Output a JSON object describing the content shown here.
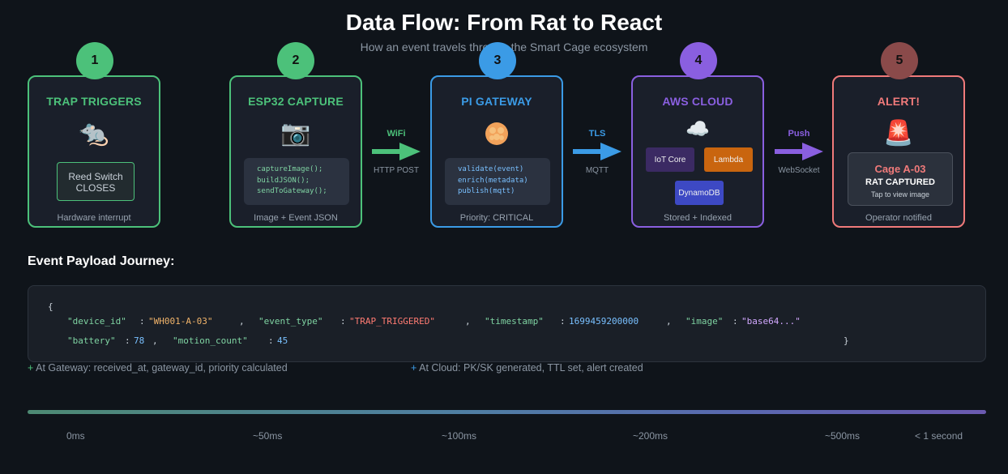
{
  "header": {
    "title": "Data Flow: From Rat to React",
    "subtitle": "How an event travels through the Smart Cage ecosystem"
  },
  "colors": {
    "step1": "#4cc17a",
    "step2": "#4cc17a",
    "step3": "#3b9be6",
    "step4": "#8a5fe0",
    "step5": "#f07a7a",
    "badge5": "#8a4a4a"
  },
  "steps": [
    {
      "number": "1",
      "title": "TRAP TRIGGERS",
      "icon": "rat-icon",
      "box_text": [
        "Reed Switch",
        "CLOSES"
      ],
      "footer": "Hardware interrupt"
    },
    {
      "number": "2",
      "title": "ESP32 CAPTURE",
      "icon": "camera-icon",
      "code": [
        "captureImage();",
        "buildJSON();",
        "sendToGateway();"
      ],
      "footer": "Image + Event JSON"
    },
    {
      "number": "3",
      "title": "PI GATEWAY",
      "icon": "raspberry-pi-icon",
      "code": [
        "validate(event)",
        "enrich(metadata)",
        "publish(mqtt)"
      ],
      "footer": "Priority: CRITICAL"
    },
    {
      "number": "4",
      "title": "AWS CLOUD",
      "icon": "cloud-icon",
      "services": [
        "IoT Core",
        "Lambda",
        "DynamoDB"
      ],
      "footer": "Stored + Indexed"
    },
    {
      "number": "5",
      "title": "ALERT!",
      "icon": "siren-icon",
      "alert": {
        "cage": "Cage A-03",
        "status": "RAT CAPTURED",
        "hint": "Tap to view image"
      },
      "footer": "Operator notified"
    }
  ],
  "connectors": [
    {
      "protocol": "WiFi",
      "transport": "HTTP POST",
      "color": "#4cc17a"
    },
    {
      "protocol": "TLS",
      "transport": "MQTT",
      "color": "#3b9be6"
    },
    {
      "protocol": "Push",
      "transport": "WebSocket",
      "color": "#8a5fe0"
    }
  ],
  "payload": {
    "section_title": "Event Payload Journey:",
    "open_brace": "{",
    "close_brace": "}",
    "fields": [
      {
        "key": "\"device_id\"",
        "value": "\"WH001-A-03\""
      },
      {
        "key": "\"event_type\"",
        "value": "\"TRAP_TRIGGERED\""
      },
      {
        "key": "\"timestamp\"",
        "value": "1699459200000"
      },
      {
        "key": "\"image\"",
        "value": "\"base64...\""
      },
      {
        "key": "\"battery\"",
        "value": "78"
      },
      {
        "key": "\"motion_count\"",
        "value": "45"
      }
    ],
    "notes": [
      {
        "prefix": "+",
        "text": "At Gateway: received_at, gateway_id, priority calculated",
        "color": "#4cc17a"
      },
      {
        "prefix": "+",
        "text": "At Cloud: PK/SK generated, TTL set, alert created",
        "color": "#3b9be6"
      }
    ]
  },
  "timeline": {
    "labels": [
      "0ms",
      "~50ms",
      "~100ms",
      "~200ms",
      "~500ms",
      "< 1 second"
    ]
  }
}
